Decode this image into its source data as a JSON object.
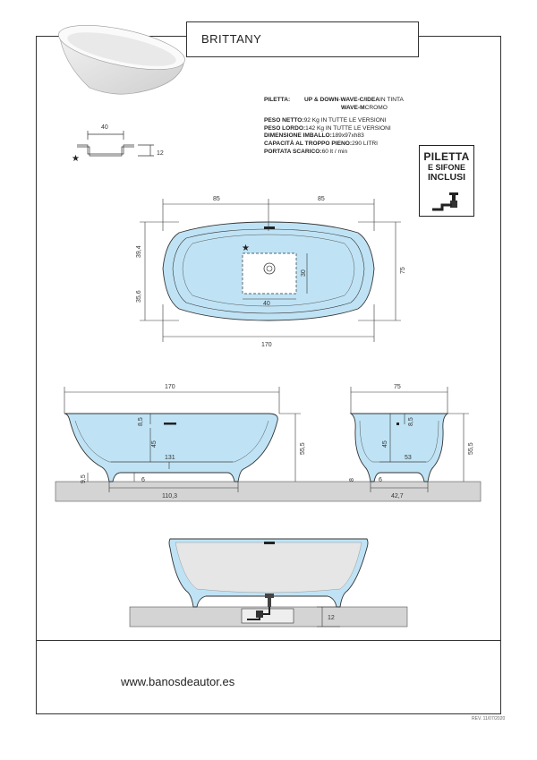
{
  "product": {
    "name": "BRITTANY"
  },
  "specs": {
    "piletta_label": "PILETTA:",
    "piletta_line1_bold": "UP & DOWN",
    "piletta_line1_sep": " - ",
    "piletta_line1_models": "WAVE-C/IDEA",
    "piletta_line1_finish": " IN TINTA",
    "piletta_line2_model": "WAVE-M",
    "piletta_line2_finish": " CROMO",
    "peso_netto_label": "PESO NETTO:",
    "peso_netto_value": " 92 Kg IN TUTTE LE VERSIONI",
    "peso_lordo_label": "PESO LORDO:",
    "peso_lordo_value": " 142 Kg IN TUTTE LE VERSIONI",
    "imballo_label": "DIMENSIONE IMBALLO:",
    "imballo_value": " 189x97xh83",
    "capacita_label": "CAPACITÀ AL TROPPO PIENO:",
    "capacita_value": " 290 LITRI",
    "portata_label": "PORTATA SCARICO:",
    "portata_value": " 60 lt / min"
  },
  "badge": {
    "line1": "PILETTA",
    "line2": "E SIFONE",
    "line3": "INCLUSI"
  },
  "detail": {
    "width": "40",
    "height": "12",
    "star": "★"
  },
  "top_view": {
    "left_half": "85",
    "right_half": "85",
    "total_length": "170",
    "upper_offset": "39,4",
    "lower_offset": "35,6",
    "width": "75",
    "drain_box_w": "40",
    "drain_box_h": "30",
    "star": "★"
  },
  "front_view": {
    "length": "170",
    "overflow_h": "8,5",
    "depth": "45",
    "height": "55,5",
    "inner_length": "131",
    "foot_h": "9,5",
    "foot_gap": "6",
    "feet_span": "110,3"
  },
  "side_view": {
    "width": "75",
    "overflow_h": "8,5",
    "depth": "45",
    "height": "55,5",
    "inner_width": "53",
    "foot_h": "8",
    "foot_gap": "6",
    "feet_span": "42,7"
  },
  "section_view": {
    "clearance": "12"
  },
  "footer": {
    "website": "www.banosdeautor.es",
    "ref": "REV. 11/07/2020"
  },
  "colors": {
    "water": "#bfe3f5",
    "outline": "#333333",
    "floor": "#d4d4d4"
  }
}
